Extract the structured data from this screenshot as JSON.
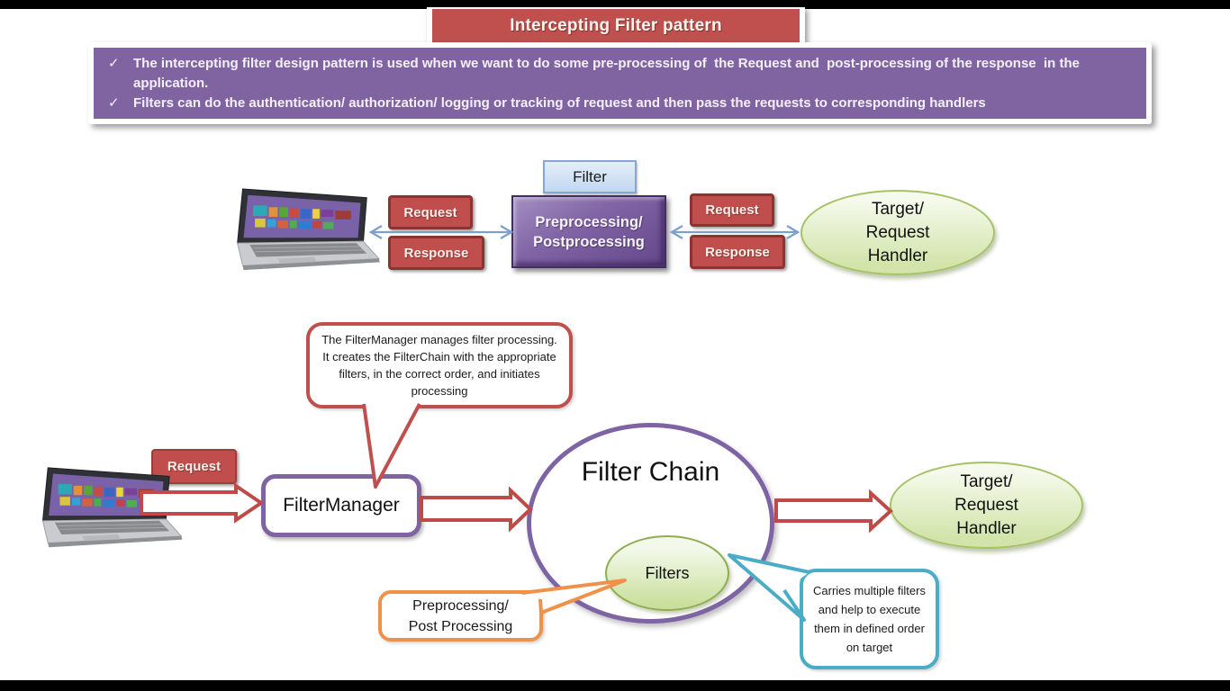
{
  "title": {
    "text": "Intercepting Filter pattern"
  },
  "intro": {
    "check": "✓",
    "items": [
      "The intercepting filter design pattern is used when we want to do some pre-processing of  the Request and  post-processing of the response  in the application.",
      "Filters can do the authentication/ authorization/ logging or tracking of request and then pass the requests to corresponding handlers"
    ]
  },
  "top_flow": {
    "request_label": "Request",
    "response_label": "Response",
    "filter_label": "Filter",
    "processor_lines": [
      "Preprocessing/",
      "Postprocessing"
    ],
    "target_lines": [
      "Target/",
      "Request",
      "Handler"
    ]
  },
  "bottom_flow": {
    "request_label": "Request",
    "manager_label": "FilterManager",
    "chain_label": "Filter Chain",
    "filters_label": "Filters",
    "target_lines": [
      "Target/",
      "Request",
      "Handler"
    ],
    "callout_manager": "The FilterManager manages filter processing. It creates the FilterChain with the appropriate filters, in the correct order, and initiates processing",
    "callout_processing_lines": [
      "Preprocessing/",
      "Post Processing"
    ],
    "callout_carries": "Carries multiple filters and help to execute them in defined order on target"
  },
  "colors": {
    "title_bg": "#c0504d",
    "intro_bg": "#8064a2",
    "tag_red": "#bf4e4c",
    "purple_accent": "#8064a2",
    "blue_arrow": "#7ba0cd",
    "block_arrow_red": "#be4b48",
    "green_fill": "#d2e4a9",
    "orange_accent": "#f79646",
    "teal_accent": "#4bacc6",
    "filter_blue": "#c2d7f0"
  }
}
